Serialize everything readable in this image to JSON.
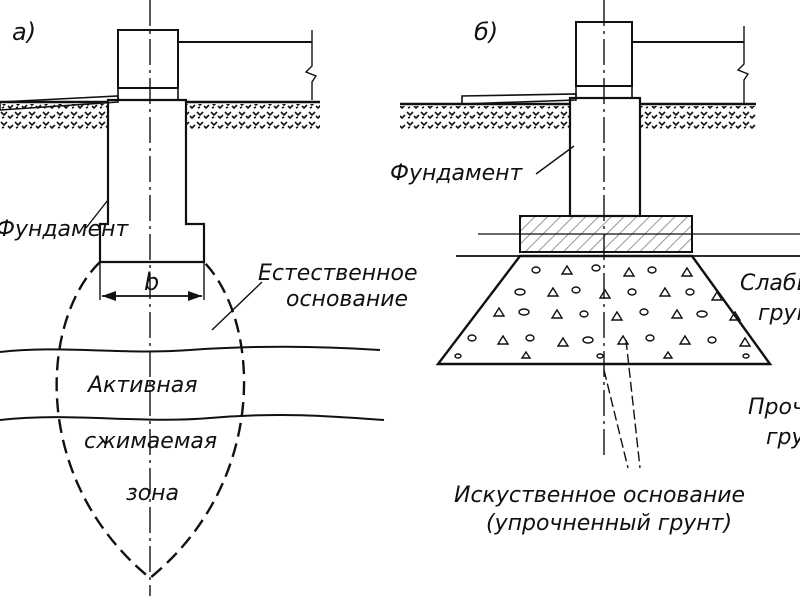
{
  "panels": [
    {
      "tag": "а)"
    },
    {
      "tag": "б)"
    }
  ],
  "labels": {
    "foundation_a": "Фундамент",
    "foundation_b": "Фундамент",
    "width": "b",
    "natural_base_1": "Естественное",
    "natural_base_2": "основание",
    "active_1": "Активная",
    "active_2": "сжимаемая",
    "active_3": "зона",
    "weak_soil_1": "Слабый",
    "weak_soil_2": "грунт",
    "strong_soil_1": "Прочный",
    "strong_soil_2": "грунт",
    "artificial_1": "Искуственное основание",
    "artificial_2": "(упрочненный грунт)"
  }
}
